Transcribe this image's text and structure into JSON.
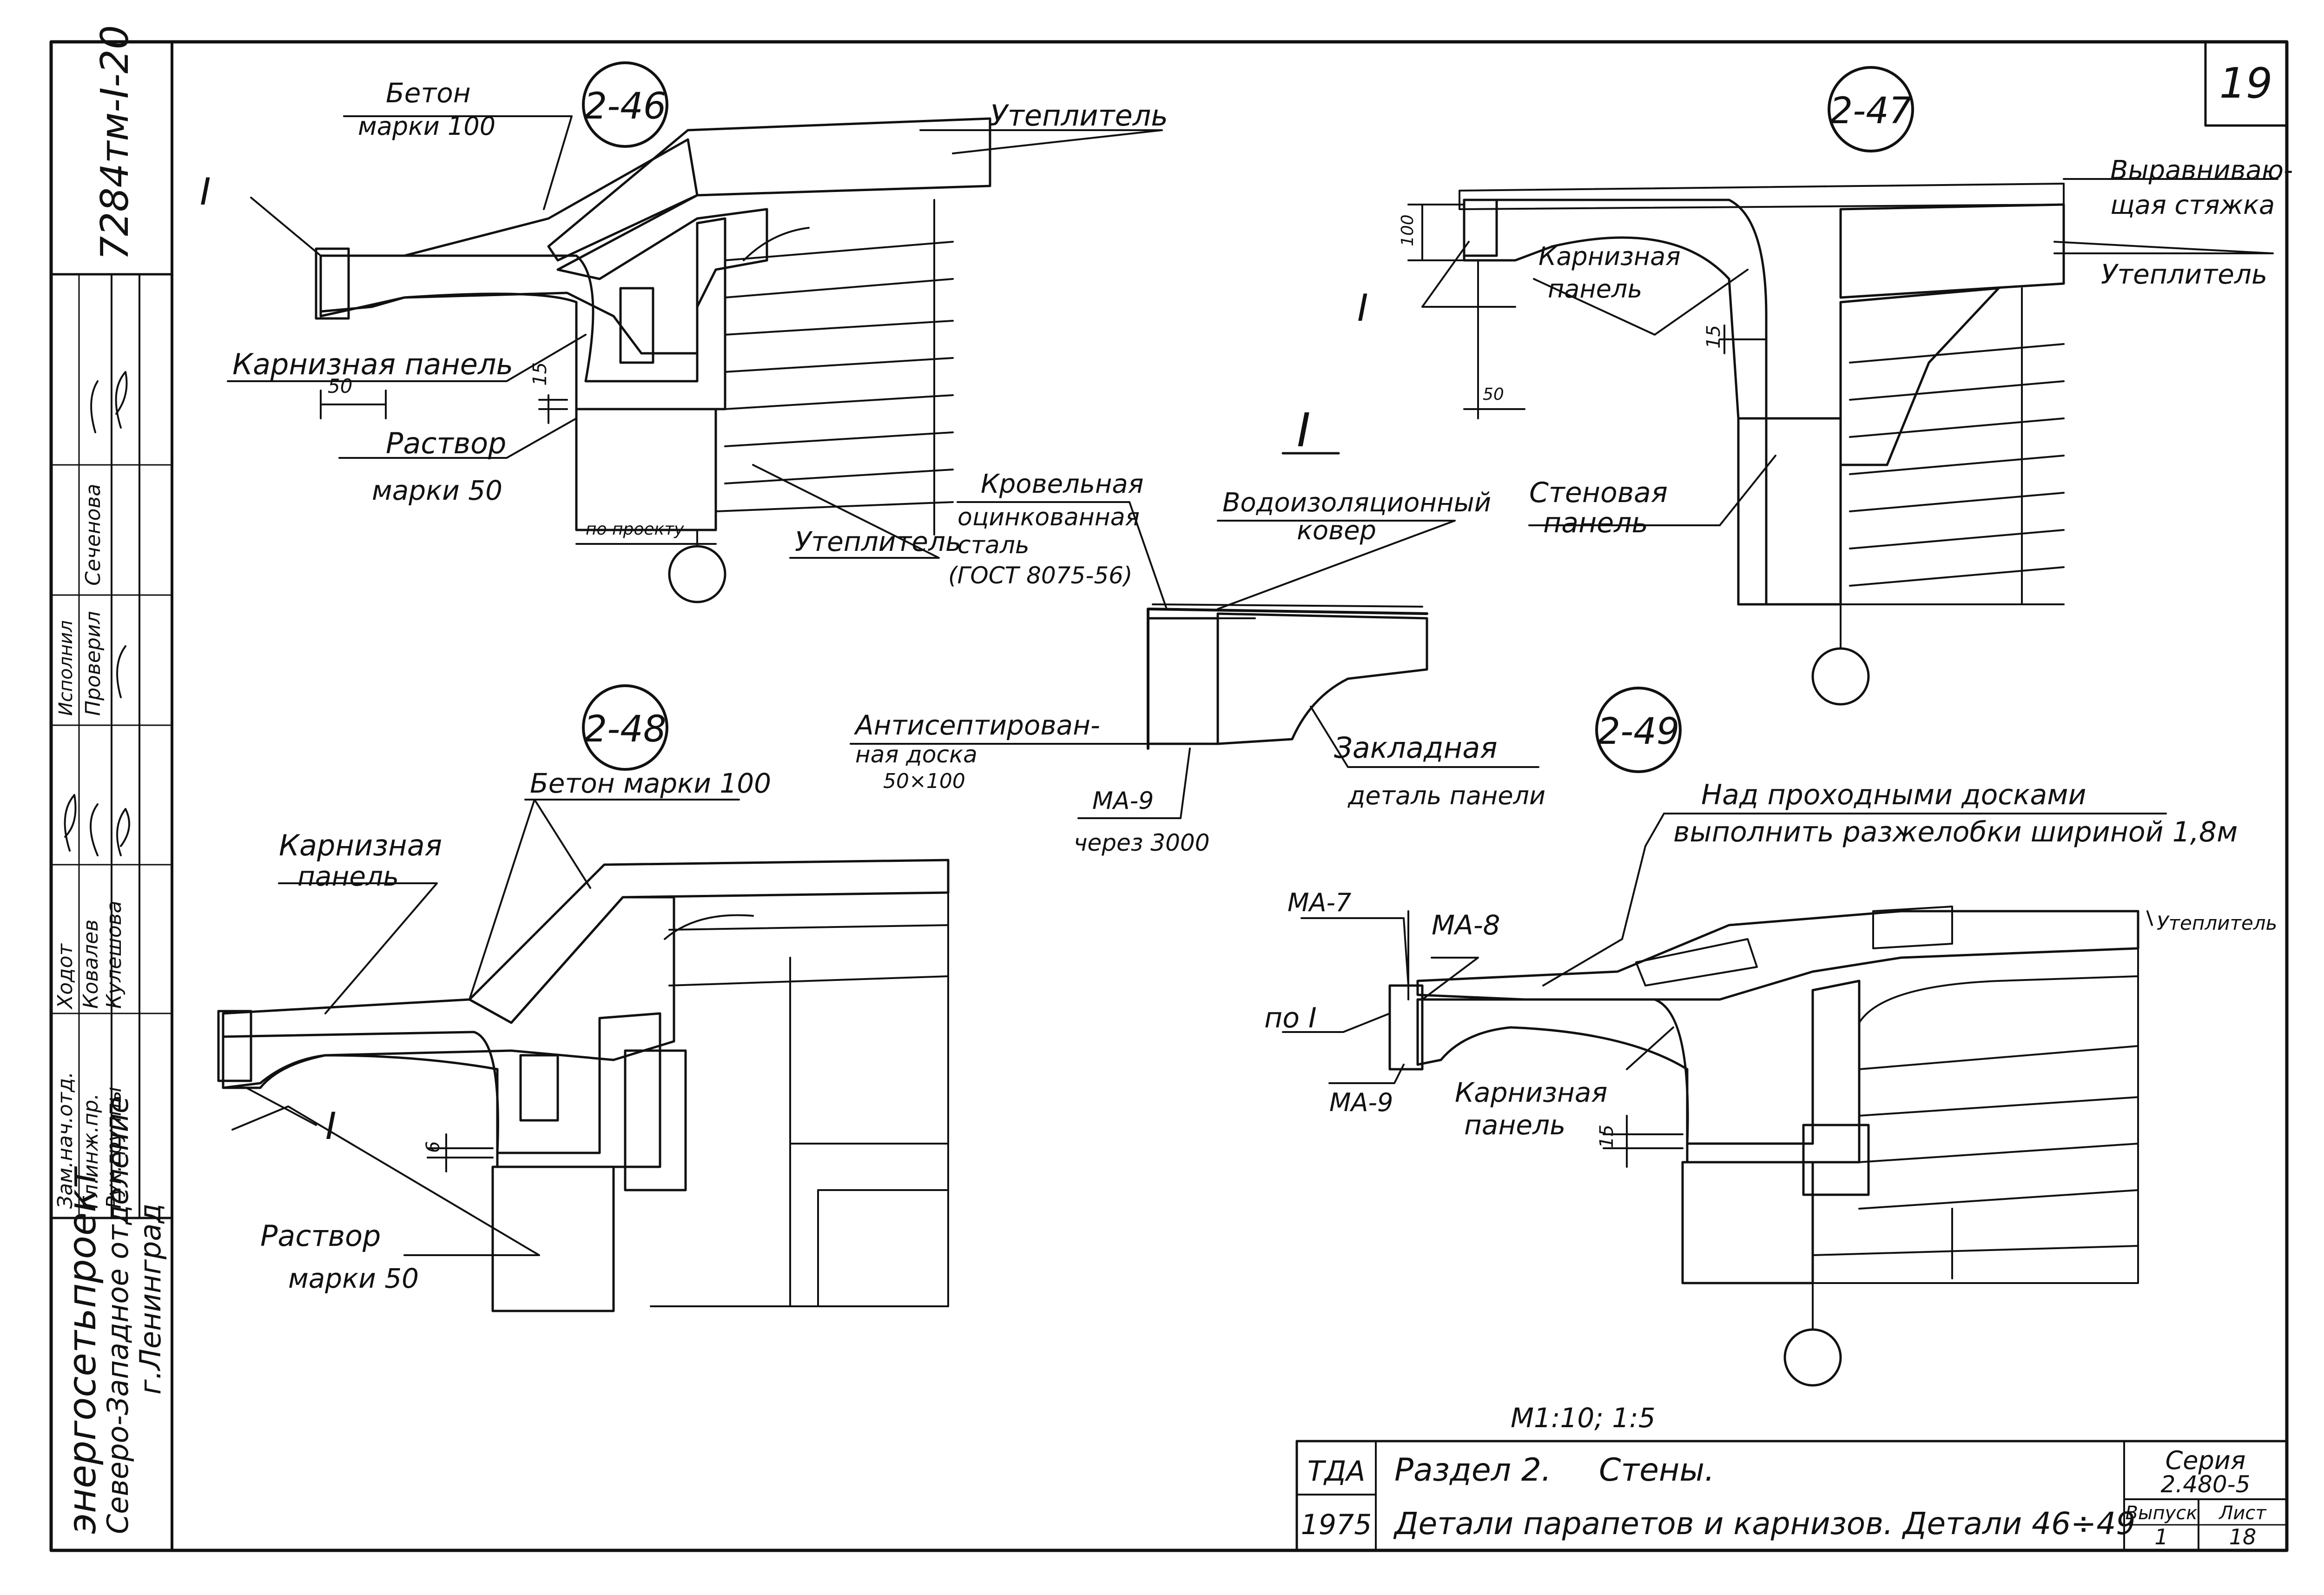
{
  "sheet_number": "19",
  "document_code": "7284тм-I-20",
  "organization": "энергосетьпроект",
  "department": "Северо-Западное отделение",
  "city": "г.Ленинград",
  "signature_roles": [
    "Зам.нач.отд.",
    "Гл.инж.пр.",
    "Рук.группы",
    "Исполнил",
    "Проверил",
    "Сеченова"
  ],
  "signature_names": [
    "Ходот",
    "Ковалев",
    "Кулешова"
  ],
  "details": {
    "d46": {
      "id": "2-46",
      "labels": [
        "Бетон",
        "марки 100",
        "Утеплитель",
        "Карнизная панель",
        "Раствор",
        "марки 50",
        "Утеплитель",
        "по проекту"
      ],
      "section_mark": "I",
      "dims": [
        "50",
        "15"
      ]
    },
    "d47": {
      "id": "2-47",
      "labels": [
        "Выравниваю-",
        "щая стяжка",
        "Утеплитель",
        "Карнизная",
        "панель",
        "Стеновая",
        "панель"
      ],
      "section_mark": "I",
      "dims": [
        "100",
        "15",
        "50"
      ]
    },
    "d48": {
      "id": "2-48",
      "labels": [
        "Бетон марки 100",
        "Карнизная",
        "панель",
        "Раствор",
        "марки 50"
      ],
      "section_mark": "I",
      "dims": [
        "6"
      ]
    },
    "d49": {
      "id": "2-49",
      "labels": [
        "Над проходными досками",
        "выполнить разжелобки шириной 1,8м",
        "Утеплитель",
        "МА-7",
        "МА-8",
        "по I",
        "МА-9",
        "Карнизная",
        "панель"
      ],
      "dims": [
        "15"
      ]
    },
    "section_I": {
      "title": "I",
      "labels": [
        "Кровельная",
        "оцинкованная",
        "сталь",
        "(ГОСТ 8075-56)",
        "Водоизоляционный",
        "ковер",
        "Антисептирован-",
        "ная доска",
        "50×100",
        "Закладная",
        "деталь панели",
        "МА-9",
        "через 3000"
      ]
    }
  },
  "scale": "М1:10; 1:5",
  "title_block": {
    "code": "ТДА",
    "year": "1975",
    "line1_a": "Раздел 2.",
    "line1_b": "Стены.",
    "line2": "Детали парапетов и карнизов. Детали 46÷49",
    "series_label": "Серия",
    "series_value": "2.480-5",
    "issue_label": "Выпуск",
    "issue_value": "1",
    "sheet_label": "Лист",
    "sheet_value": "18"
  }
}
